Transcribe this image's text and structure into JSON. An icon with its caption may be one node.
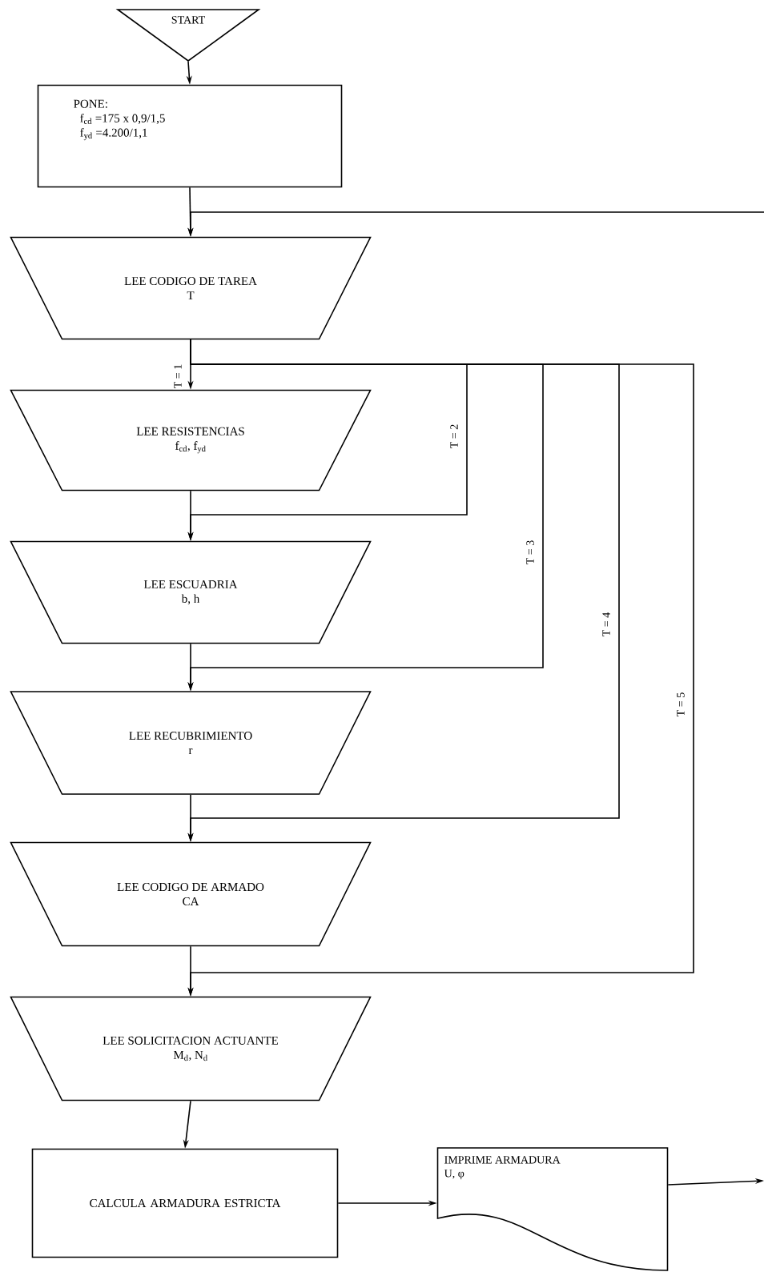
{
  "diagram": {
    "nodes": [
      {
        "text": [
          "START"
        ]
      },
      {
        "text": [
          "PONE:",
          "f$_{cd}$ =175 x 0,9/1,5",
          "f$_{yd}$ =4.200/1,1"
        ]
      },
      {
        "text": [
          "LEE CODIGO DE TAREA",
          "T"
        ]
      },
      {
        "text": [
          "LEE RESISTENCIAS",
          "f$_{cd}$, f$_{yd}$"
        ]
      },
      {
        "text": [
          "LEE ESCUADRIA",
          "b, h"
        ]
      },
      {
        "text": [
          "LEE RECUBRIMIENTO",
          "r"
        ]
      },
      {
        "text": [
          "LEE CODIGO DE ARMADO",
          "CA"
        ]
      },
      {
        "text": [
          "LEE SOLICITACION ACTUANTE",
          "M$_{d}$, N$_{d}$"
        ]
      },
      {
        "text": [
          "CALCULA ARMADURA ESTRICTA"
        ]
      },
      {
        "text": [
          "IMPRIME ARMADURA",
          "U, φ"
        ]
      }
    ],
    "edges": [
      {
        "from": 0,
        "to": 1,
        "arrow": "to"
      },
      {
        "from": 1,
        "to": 2,
        "arrow": "to"
      },
      {
        "from": null,
        "to": 2,
        "arrow": "to"
      },
      {
        "from": 2,
        "to": 3,
        "arrow": "to",
        "label": "T = 1"
      },
      {
        "from": 2,
        "to": 4,
        "arrow": "to",
        "label": "T = 2"
      },
      {
        "from": 2,
        "to": 5,
        "arrow": "to",
        "label": "T = 3"
      },
      {
        "from": 2,
        "to": 6,
        "arrow": "to",
        "label": "T = 4"
      },
      {
        "from": 2,
        "to": 7,
        "arrow": "to",
        "label": "T = 5"
      },
      {
        "from": 3,
        "to": 4,
        "arrow": "to"
      },
      {
        "from": 4,
        "to": 5,
        "arrow": "to"
      },
      {
        "from": 5,
        "to": 6,
        "arrow": "to"
      },
      {
        "from": 6,
        "to": 7,
        "arrow": "to"
      },
      {
        "from": 7,
        "to": 8,
        "arrow": "to"
      },
      {
        "from": 8,
        "to": 9,
        "arrow": "to"
      },
      {
        "from": 9,
        "to": null,
        "arrow": "to"
      }
    ]
  }
}
